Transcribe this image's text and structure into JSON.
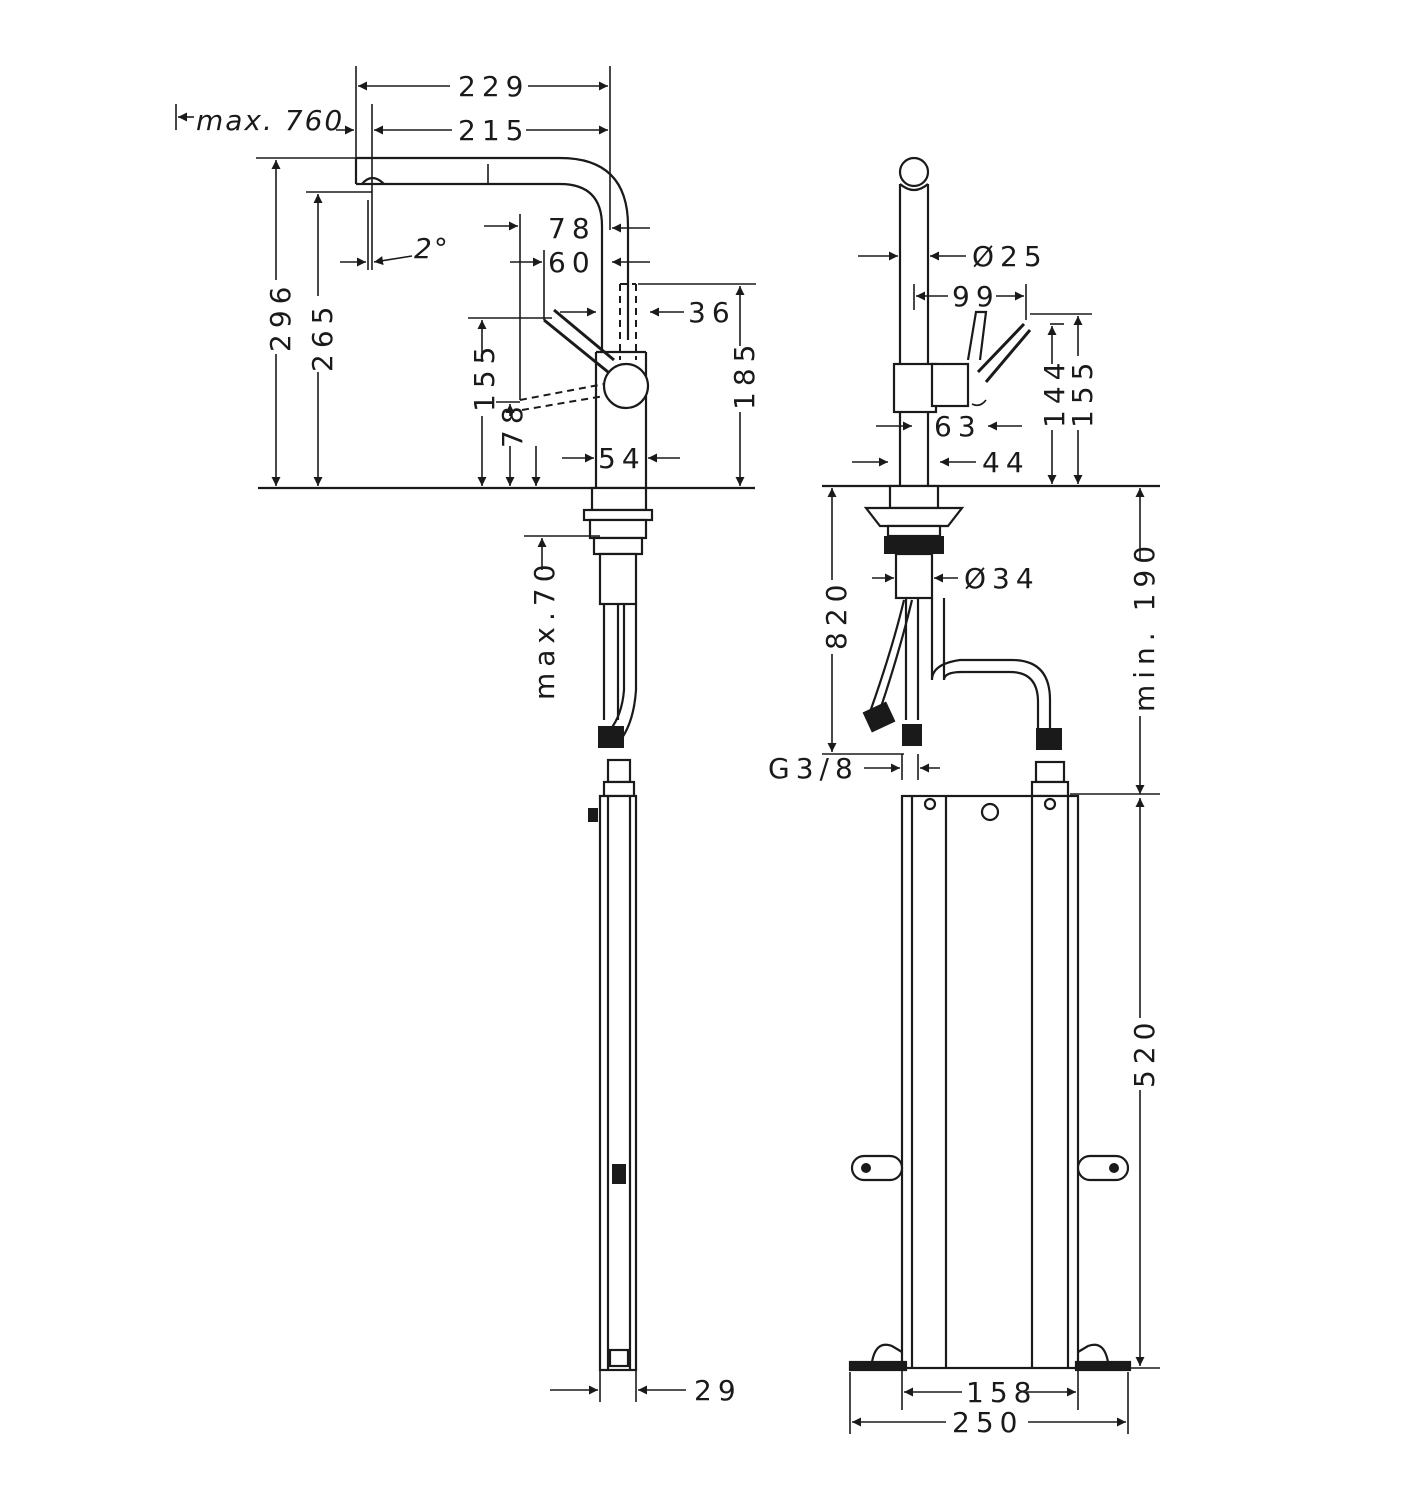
{
  "side_view": {
    "dim_229": "229",
    "dim_max_760": "max. 760",
    "dim_215": "215",
    "dim_angle": "2°",
    "dim_78_top": "78",
    "dim_60": "60",
    "dim_36": "36",
    "dim_296": "296",
    "dim_265": "265",
    "dim_155": "155",
    "dim_185": "185",
    "dim_78_low": "78",
    "dim_54": "54",
    "dim_max_70": "max.70",
    "dim_29": "29"
  },
  "front_view": {
    "dim_d25": "Ø25",
    "dim_99": "99",
    "dim_144": "144",
    "dim_155": "155",
    "dim_63": "63",
    "dim_44": "44",
    "dim_820": "820",
    "dim_d34": "Ø34",
    "dim_min_190": "min. 190",
    "dim_g38": "G3/8",
    "dim_520": "520",
    "dim_158": "158",
    "dim_250": "250"
  }
}
